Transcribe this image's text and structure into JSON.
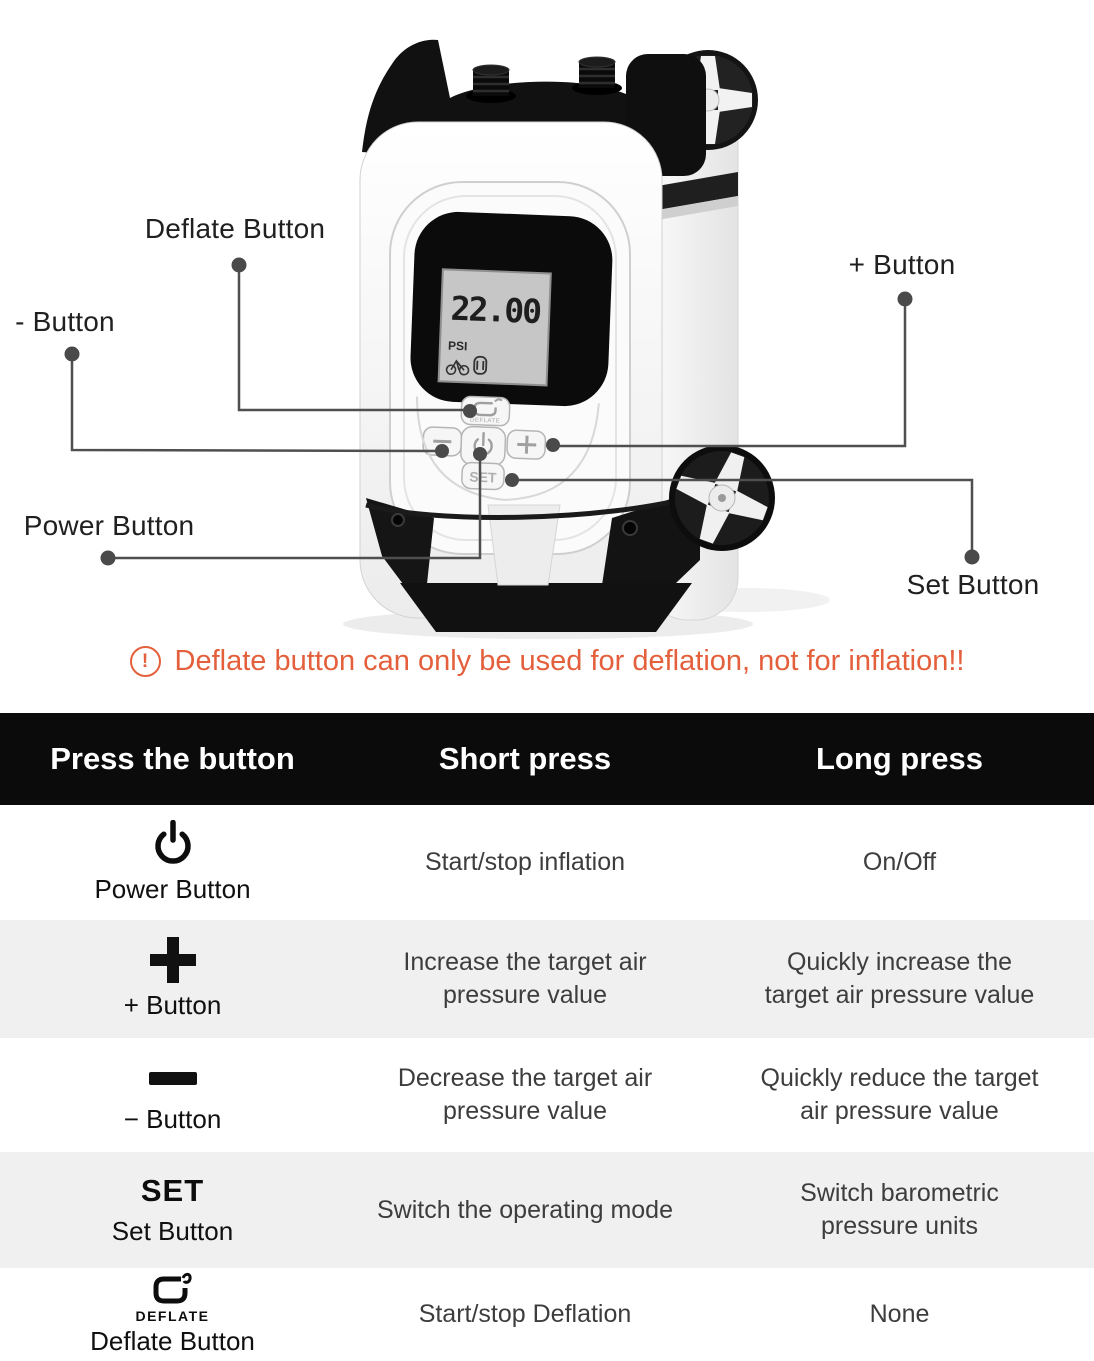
{
  "figure": {
    "callouts": {
      "deflate": "Deflate Button",
      "minus": "- Button",
      "power": "Power Button",
      "plus": "+ Button",
      "set": "Set Button"
    },
    "device": {
      "display_value": "22.00",
      "display_unit": "PSI",
      "button_deflate": "DEFLATE",
      "button_set": "SET"
    }
  },
  "warning": {
    "icon": "!",
    "text": "Deflate button can only be used for deflation, not for inflation!!"
  },
  "table": {
    "headers": [
      "Press the button",
      "Short press",
      "Long press"
    ],
    "rows": [
      {
        "icon": "power-icon",
        "label": "Power Button",
        "short": "Start/stop inflation",
        "long": "On/Off"
      },
      {
        "icon": "plus-icon",
        "label": "+ Button",
        "short": "Increase the target air\npressure value",
        "long": "Quickly increase the\ntarget air pressure value"
      },
      {
        "icon": "minus-icon",
        "label": "− Button",
        "short": "Decrease the target air\npressure value",
        "long": "Quickly reduce the target\nair pressure value"
      },
      {
        "icon": "set-icon",
        "icon_text": "SET",
        "label": "Set Button",
        "short": "Switch the operating mode",
        "long": "Switch barometric\npressure units"
      },
      {
        "icon": "deflate-icon",
        "icon_text": "DEFLATE",
        "label": "Deflate Button",
        "short": "Start/stop Deflation",
        "long": "None"
      }
    ]
  },
  "colors": {
    "accent_orange": "#E4603C",
    "header_bg": "#0B0B0B",
    "row_alt_bg": "#F0F0F0"
  }
}
